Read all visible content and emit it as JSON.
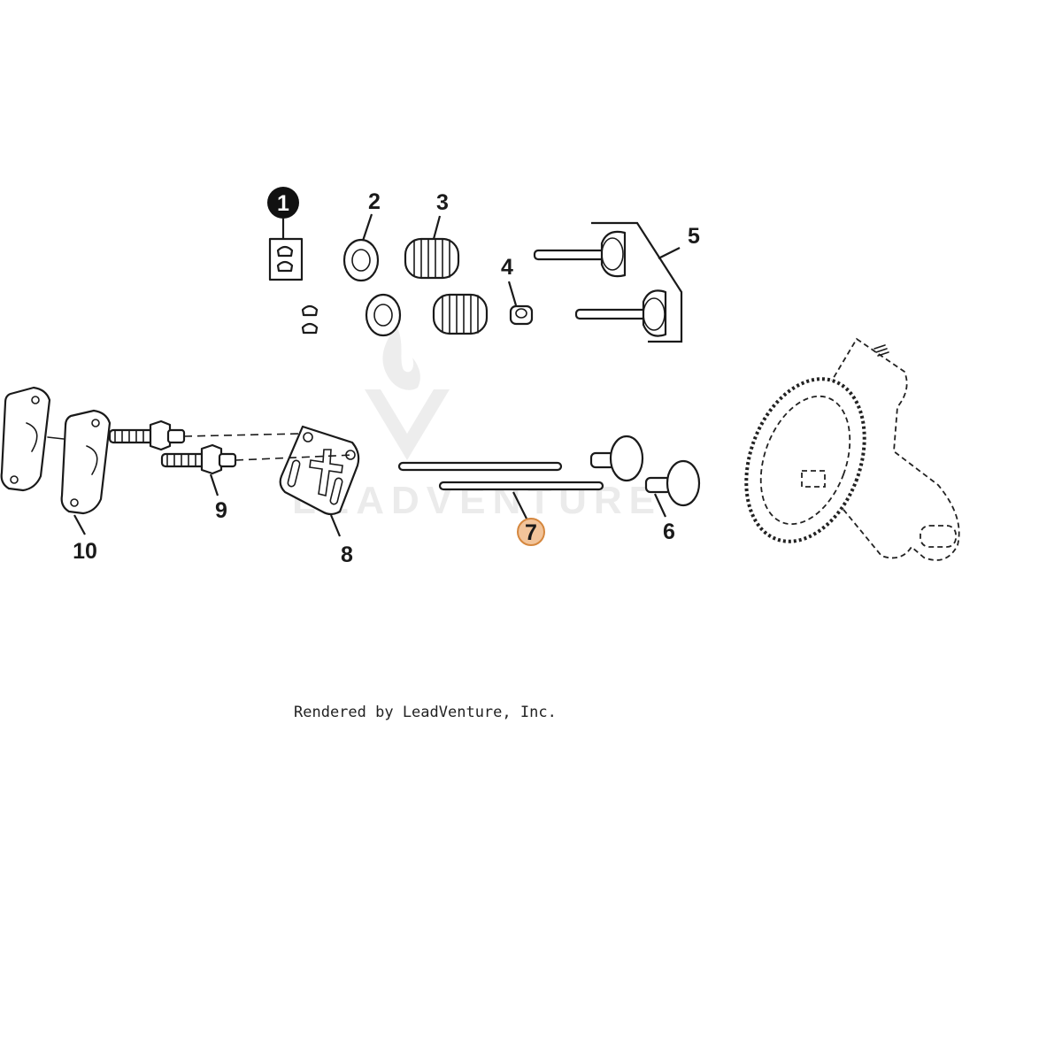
{
  "watermark": {
    "text": "LEADVENTURE"
  },
  "credit": "Rendered by LeadVenture, Inc.",
  "colors": {
    "highlight_fill": "#f2c49a",
    "highlight_stroke": "#d5873e",
    "callout_black": "#111111"
  },
  "callouts": [
    {
      "number": "1",
      "style": "filled-black"
    },
    {
      "number": "2",
      "style": "plain"
    },
    {
      "number": "3",
      "style": "plain"
    },
    {
      "number": "4",
      "style": "plain"
    },
    {
      "number": "5",
      "style": "plain"
    },
    {
      "number": "6",
      "style": "plain"
    },
    {
      "number": "7",
      "style": "highlighted"
    },
    {
      "number": "8",
      "style": "plain"
    },
    {
      "number": "9",
      "style": "plain"
    },
    {
      "number": "10",
      "style": "plain"
    }
  ]
}
